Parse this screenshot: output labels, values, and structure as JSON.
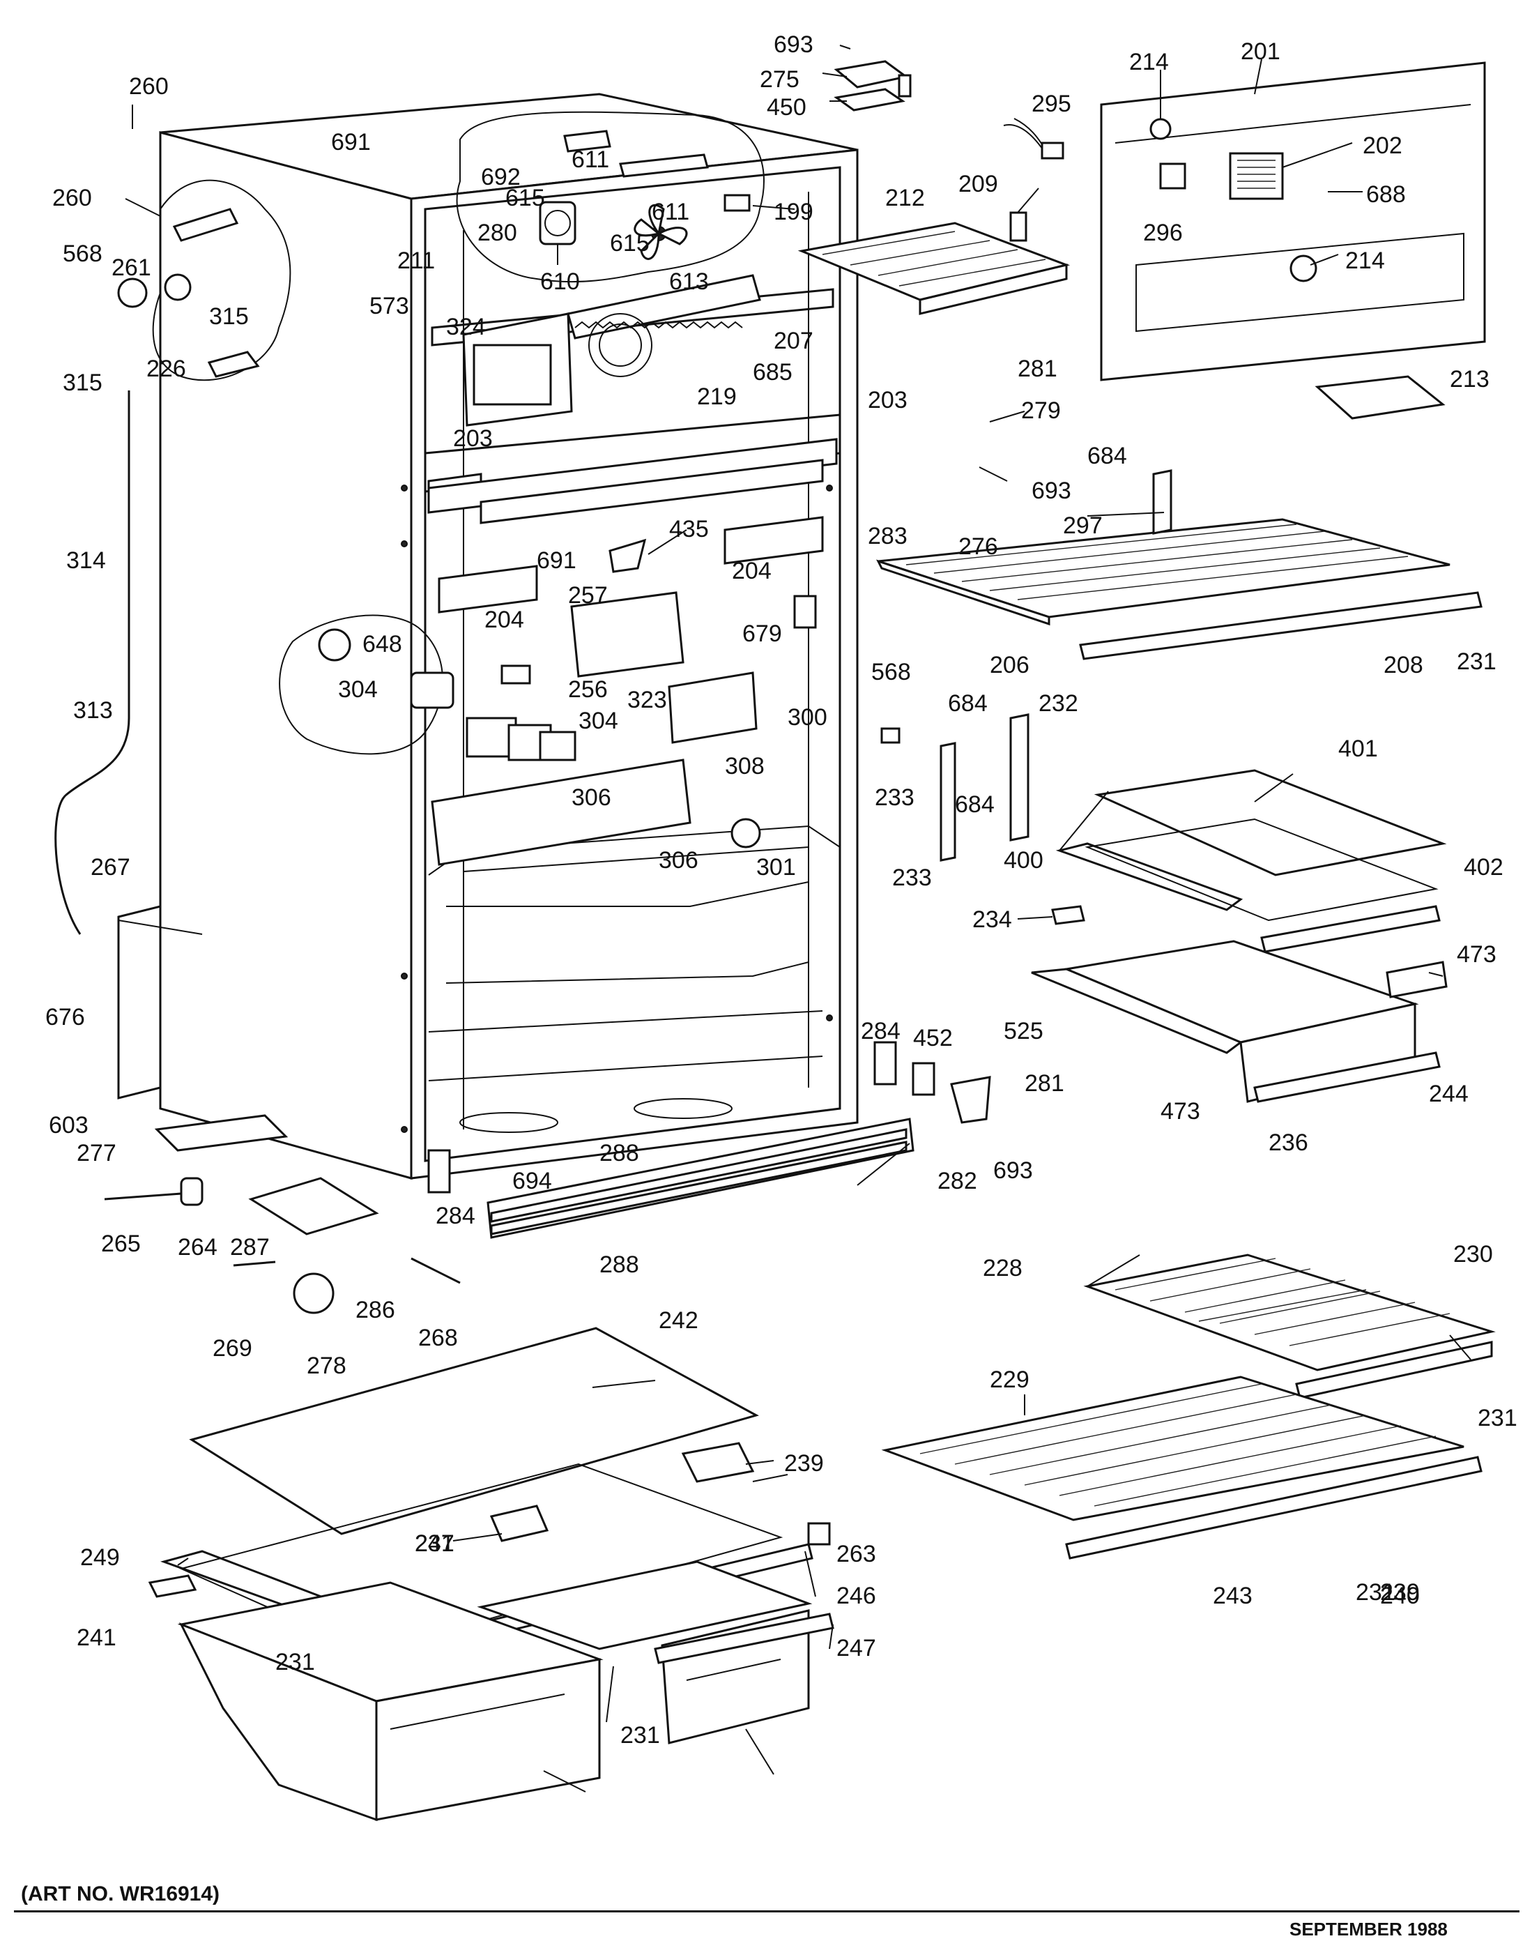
{
  "footer": {
    "art_no": "(ART NO. WR16914)",
    "date": "SEPTEMBER 1988"
  },
  "callouts": [
    "693",
    "275",
    "450",
    "201",
    "214",
    "260",
    "691",
    "692",
    "611",
    "611",
    "295",
    "202",
    "260",
    "199",
    "209",
    "212",
    "688",
    "296",
    "568",
    "261",
    "615",
    "280",
    "211",
    "610",
    "615",
    "613",
    "214",
    "573",
    "315",
    "324",
    "207",
    "685",
    "315",
    "226",
    "281",
    "213",
    "279",
    "219",
    "203",
    "203",
    "684",
    "693",
    "297",
    "283",
    "276",
    "314",
    "691",
    "435",
    "204",
    "204",
    "257",
    "679",
    "568",
    "648",
    "206",
    "208",
    "231",
    "304",
    "256",
    "304",
    "323",
    "300",
    "313",
    "308",
    "684",
    "232",
    "233",
    "684",
    "401",
    "233",
    "306",
    "301",
    "400",
    "306",
    "402",
    "267",
    "234",
    "473",
    "676",
    "525",
    "284",
    "452",
    "281",
    "244",
    "473",
    "603",
    "277",
    "236",
    "288",
    "694",
    "693",
    "282",
    "284",
    "265",
    "264",
    "288",
    "287",
    "286",
    "228",
    "230",
    "268",
    "269",
    "278",
    "242",
    "229",
    "231",
    "239",
    "231",
    "237",
    "239",
    "249",
    "241",
    "263",
    "246",
    "241",
    "247",
    "231",
    "231",
    "243",
    "240"
  ]
}
